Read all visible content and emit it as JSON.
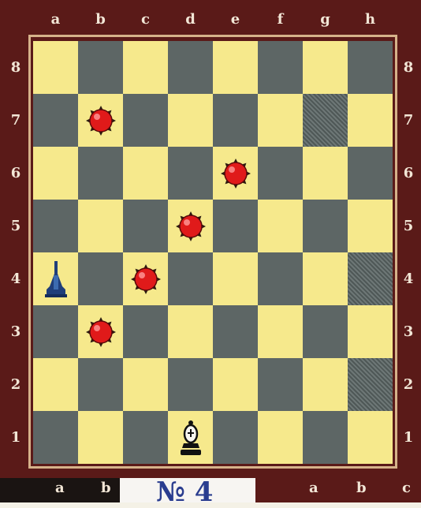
{
  "board": {
    "files": [
      "a",
      "b",
      "c",
      "d",
      "e",
      "f",
      "g",
      "h"
    ],
    "ranks": [
      "8",
      "7",
      "6",
      "5",
      "4",
      "3",
      "2",
      "1"
    ],
    "hatched_squares": [
      "g7",
      "h4",
      "h2"
    ],
    "mines": [
      "b7",
      "e6",
      "d5",
      "c4",
      "b3"
    ],
    "pieces": [
      {
        "square": "a4",
        "type": "rook",
        "color": "blue"
      },
      {
        "square": "d1",
        "type": "bishop",
        "color": "black"
      }
    ],
    "colors": {
      "light": "#f6e98c",
      "dark": "#5d6665",
      "frame": "#5a1a18",
      "mine": "#e01a1a"
    }
  },
  "bottom": {
    "left_labels": [
      "a",
      "b"
    ],
    "number_text": "№ 4",
    "right_labels": [
      "a",
      "b",
      "c"
    ]
  }
}
